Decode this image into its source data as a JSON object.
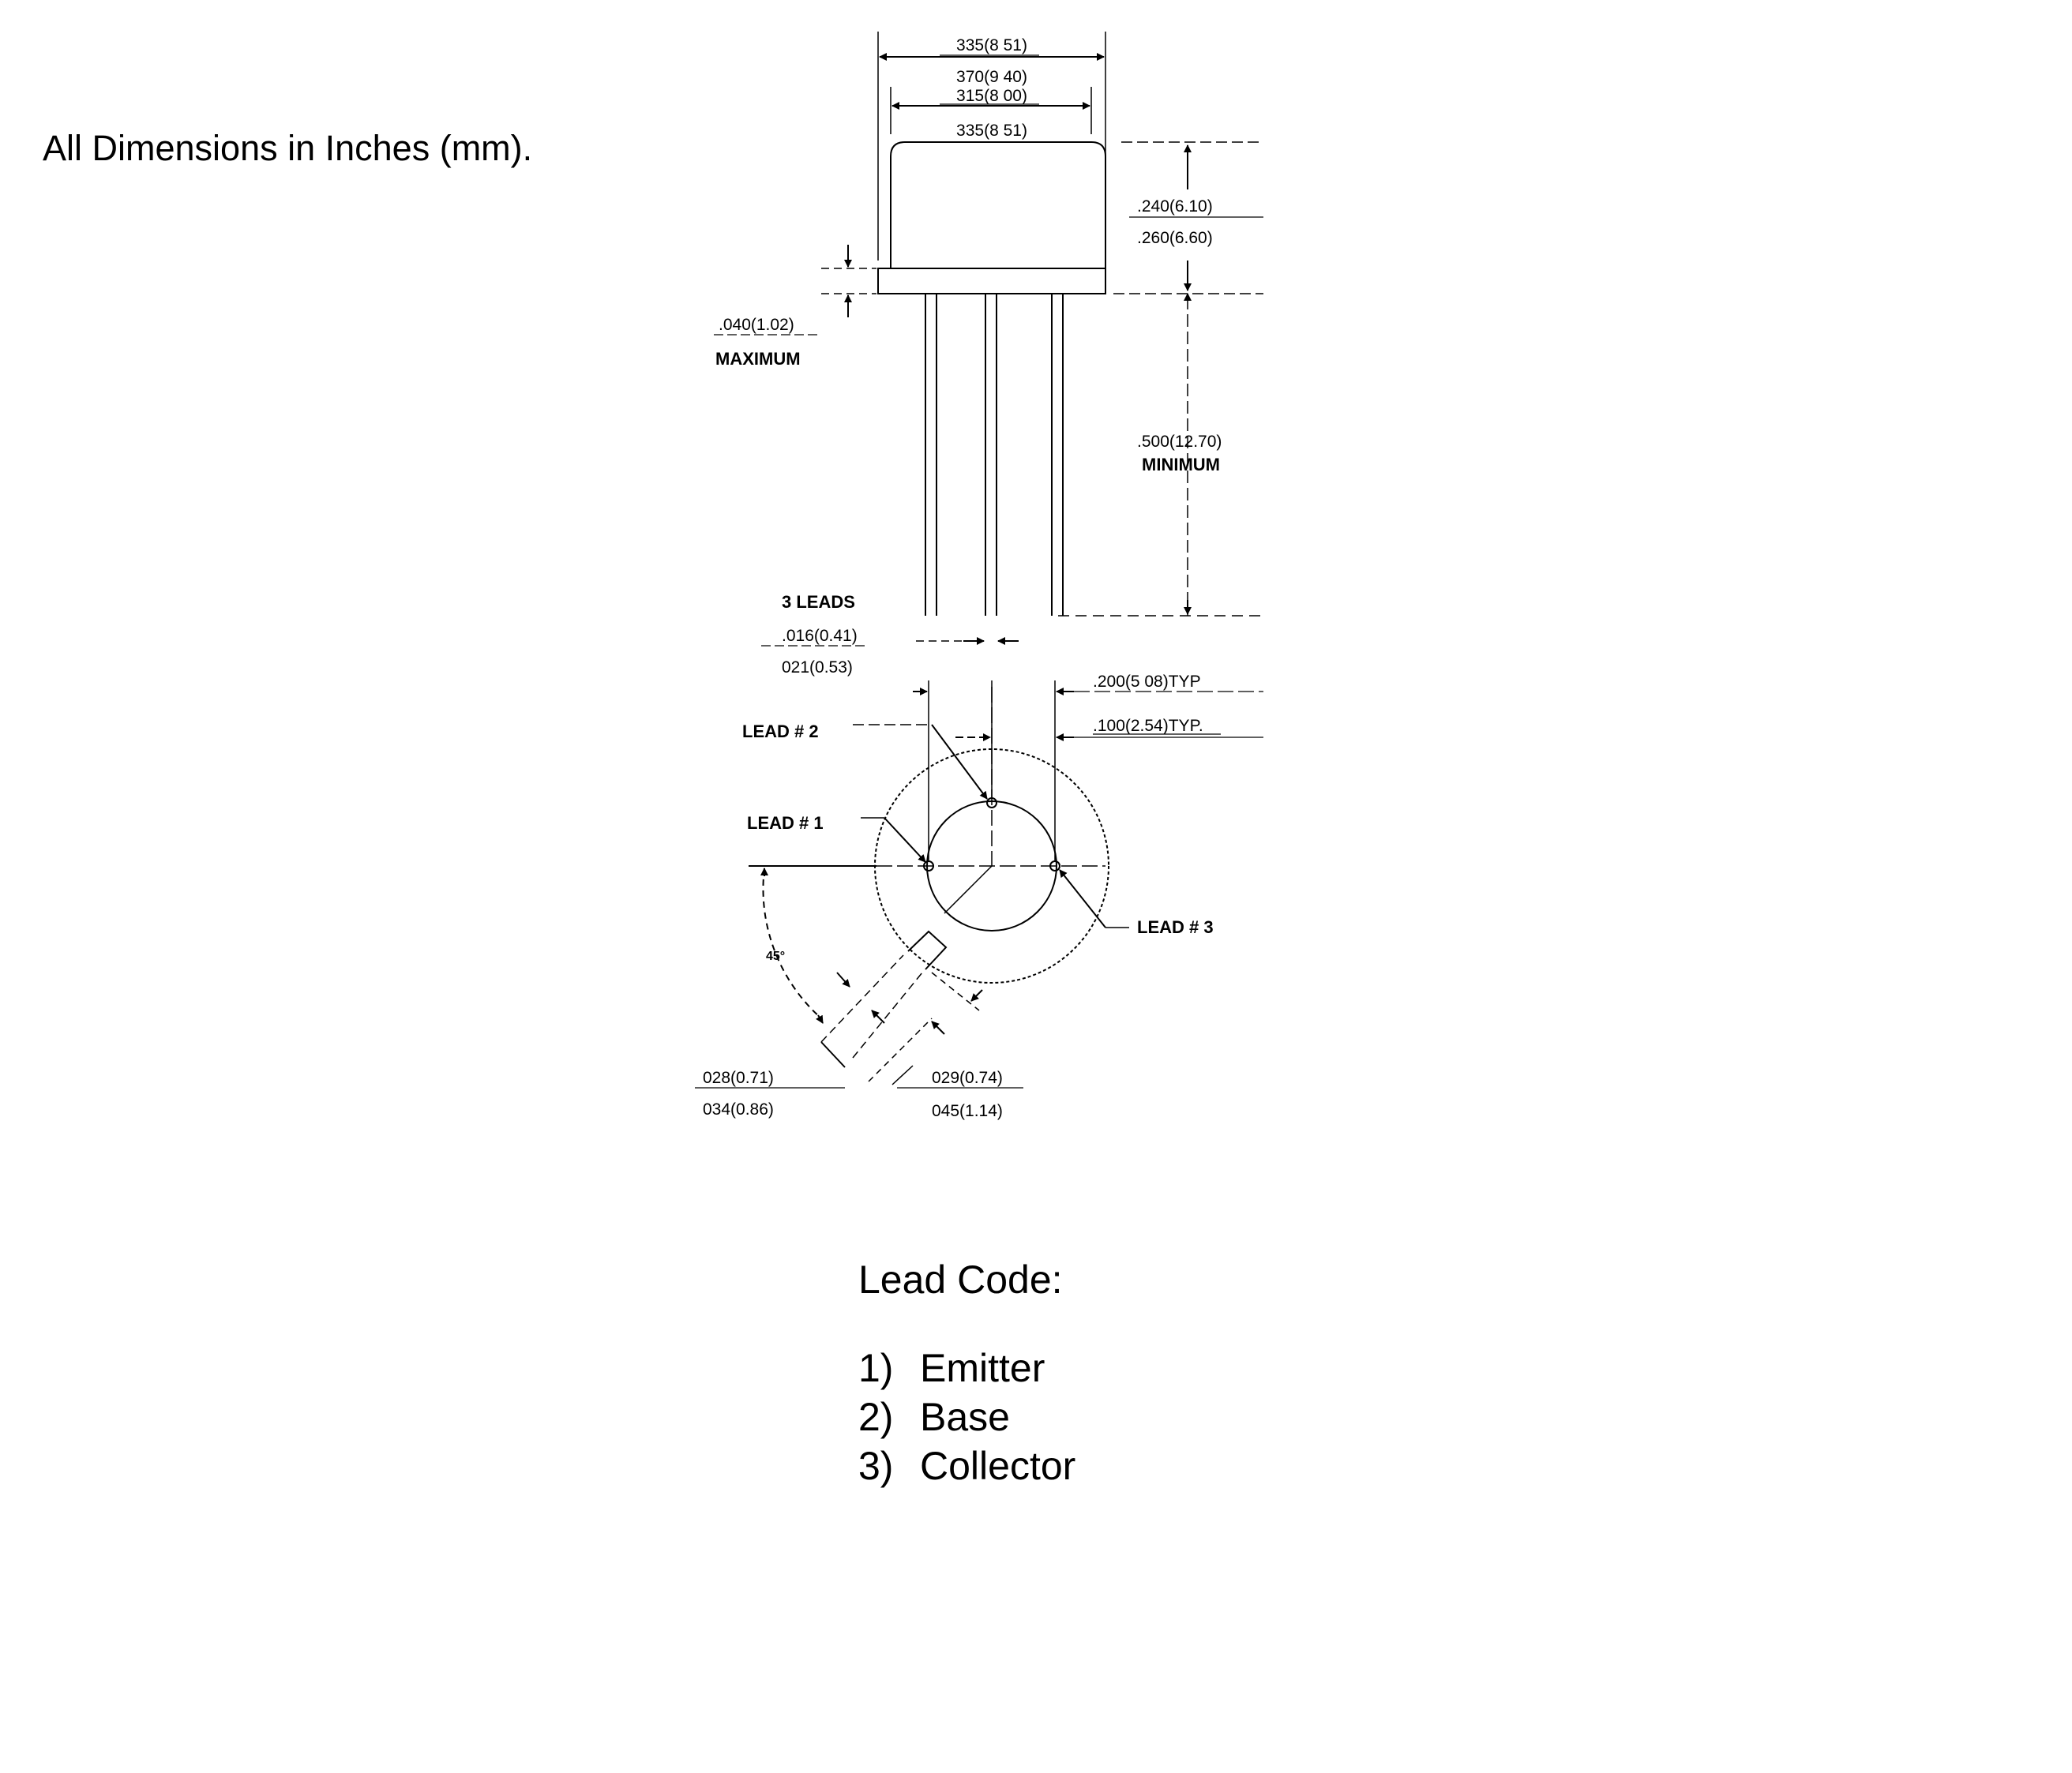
{
  "heading": "All Dimensions in Inches (mm).",
  "dimensions": {
    "top_outer_a": "335(8 51)",
    "top_outer_b": "370(9 40)",
    "top_inner_a": "315(8 00)",
    "top_inner_b": "335(8 51)",
    "height_a": ".240(6.10)",
    "height_b": ".260(6.60)",
    "flange_a": ".040(1.02)",
    "flange_b": "MAXIMUM",
    "lead_len_a": ".500(12.70)",
    "lead_len_b": "MINIMUM",
    "leads_count": "3 LEADS",
    "lead_dia_a": ".016(0.41)",
    "lead_dia_b": "021(0.53)",
    "spacing_200": ".200(5 08)TYP",
    "spacing_100": ".100(2.54)TYP.",
    "lead2": "LEAD # 2",
    "lead1": "LEAD # 1",
    "lead3": "LEAD # 3",
    "angle": "45°",
    "tab_w_a": "028(0.71)",
    "tab_w_b": "034(0.86)",
    "tab_l_a": "029(0.74)",
    "tab_l_b": "045(1.14)"
  },
  "lead_code": {
    "title": "Lead Code:",
    "items": [
      {
        "num": "1)",
        "name": "Emitter"
      },
      {
        "num": "2)",
        "name": "Base"
      },
      {
        "num": "3)",
        "name": "Collector"
      }
    ]
  }
}
